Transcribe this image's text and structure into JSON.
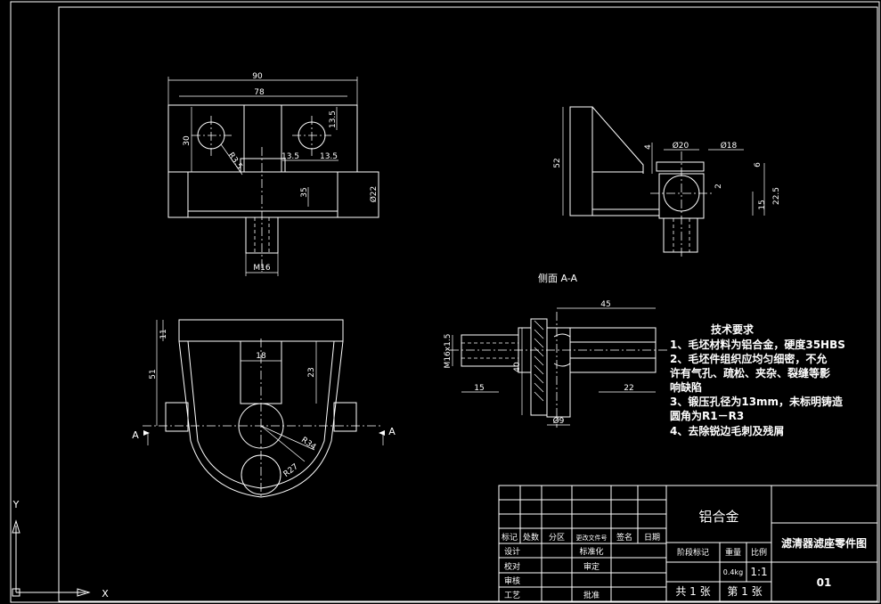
{
  "top_view": {
    "dim_overall": "90",
    "dim_inner": "78",
    "dim_height": "30",
    "dim_side": "13.5",
    "dim_radius": "R3.5",
    "dim_gap_left": "13.5",
    "dim_gap_right": "13.5",
    "dim_depth": "35",
    "dim_dia": "Ø22",
    "dim_thread": "M16"
  },
  "side_view": {
    "dim_height": "52",
    "dim_dia20": "Ø20",
    "dim_dia18": "Ø18",
    "dim_4": "4",
    "dim_6": "6",
    "dim_2": "2",
    "dim_225": "22.5",
    "dim_15": "15"
  },
  "section_label": "侧面 A-A",
  "plan_view": {
    "dim_11": "11",
    "dim_51": "51",
    "dim_18": "18",
    "dim_23": "23",
    "dim_r34": "R34",
    "dim_r27": "R27",
    "cut_left": "A",
    "cut_right": "A"
  },
  "section_view": {
    "dim_45": "45",
    "dim_thread": "M16x1.5",
    "dim_40": "40",
    "dim_15": "15",
    "dim_22": "22",
    "dim_9": "Ø9"
  },
  "tech_requirements": {
    "title": "技术要求",
    "lines": [
      "1、毛坯材料为铝合金，硬度35HBS",
      "2、毛坯件组织应均匀细密，不允",
      "许有气孔、疏松、夹杂、裂缝等影",
      "响缺陷",
      "3、锻压孔径为13mm，未标明铸造",
      "圆角为R1－R3",
      "4、去除锐边毛刺及残屑"
    ]
  },
  "title_block": {
    "material": "铝合金",
    "drawing_name": "滤清器滤座零件图",
    "drawing_number": "01",
    "hdr_mark": "标记",
    "hdr_count": "处数",
    "hdr_zone": "分区",
    "hdr_doc": "更改文件号",
    "hdr_sign": "签名",
    "hdr_date": "日期",
    "row_design": "设计",
    "row_standard": "标准化",
    "row_check": "校对",
    "row_review": "审定",
    "row_audit": "审核",
    "row_process": "工艺",
    "row_approve": "批准",
    "stage_label": "阶段标记",
    "weight_label": "重量",
    "scale_label": "比例",
    "weight_value": "0.4kg",
    "scale_value": "1:1",
    "sheet_total": "共 1 张",
    "sheet_no": "第 1 张"
  },
  "ucs": {
    "x_label": "X",
    "y_label": "Y"
  }
}
